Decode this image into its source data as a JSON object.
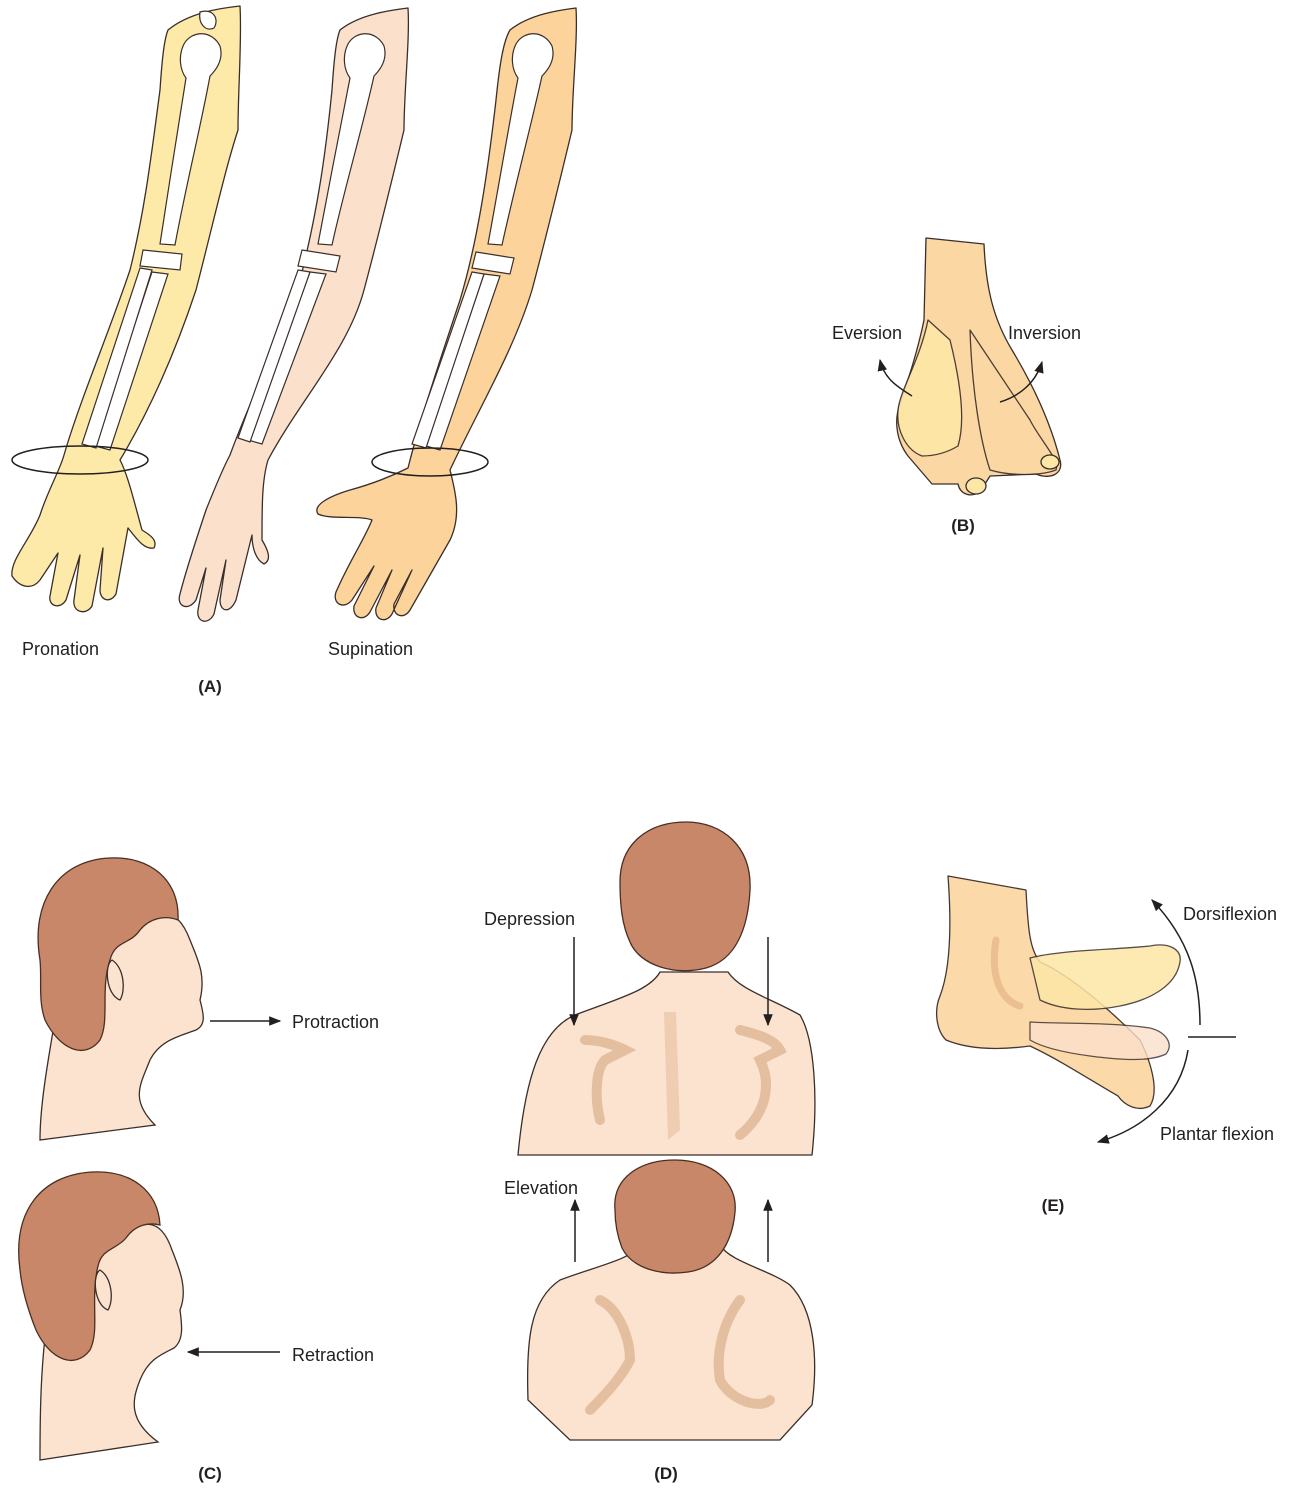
{
  "labels": {
    "pronation": "Pronation",
    "supination": "Supination",
    "eversion": "Eversion",
    "inversion": "Inversion",
    "protraction": "Protraction",
    "retraction": "Retraction",
    "depression": "Depression",
    "elevation": "Elevation",
    "dorsiflexion": "Dorsiflexion",
    "plantar_flexion": "Plantar flexion"
  },
  "panels": {
    "a": "(A)",
    "b": "(B)",
    "c": "(C)",
    "d": "(D)",
    "e": "(E)"
  },
  "colors": {
    "pronation_skin": "#fde9a8",
    "neutral_skin": "#fbe0cb",
    "supination_skin": "#fcd39a",
    "hair": "#c9876a",
    "back_skin": "#fbe3cf",
    "foot_skin": "#fbd7a4",
    "foot_dorsi": "#fde7a6",
    "arrow": "#231f20"
  }
}
